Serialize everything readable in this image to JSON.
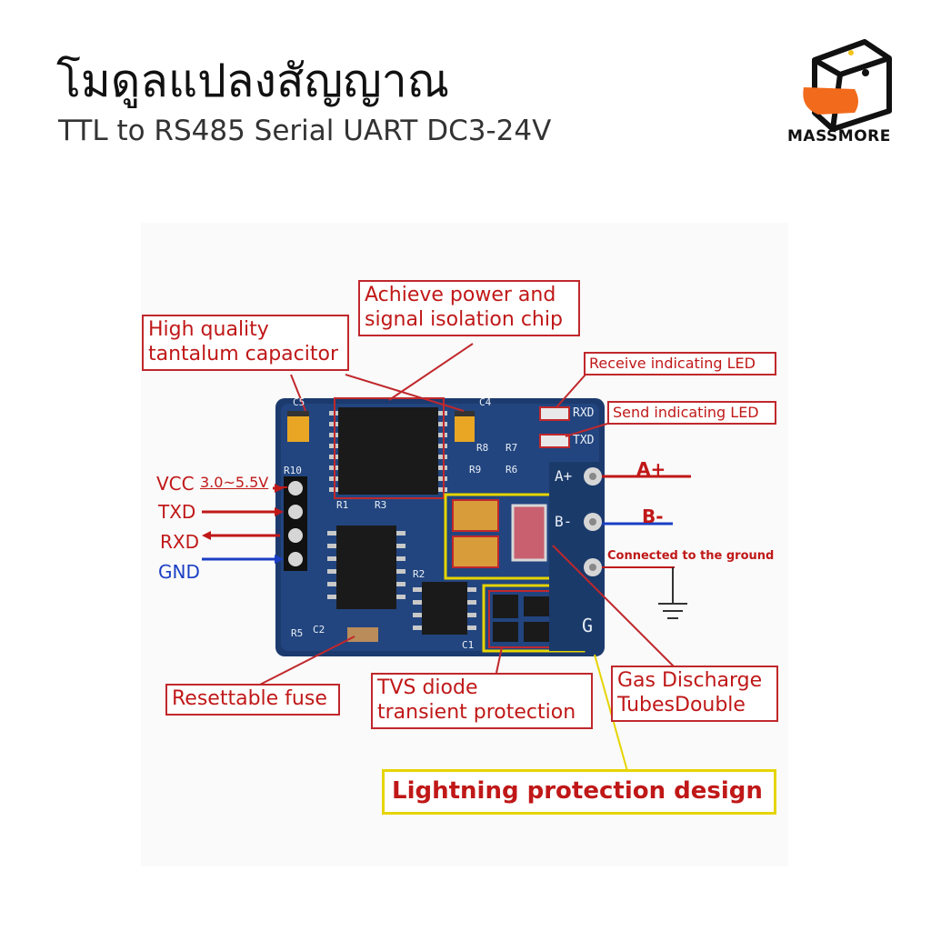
{
  "header": {
    "title": "โมดูลแปลงสัญญาณ",
    "subtitle": "TTL to RS485 Serial UART DC3-24V"
  },
  "brand": {
    "name": "MASSMORE",
    "accent": "#f26a1b"
  },
  "colors": {
    "label_border": "#c0282c",
    "label_text": "#c01818",
    "highlight": "#e6d400",
    "pcb": "#1c3a6e",
    "wire_red": "#c01818",
    "wire_blue": "#1a3fc4"
  },
  "labels": {
    "tantalum": [
      "High quality",
      "tantalum capacitor"
    ],
    "isolation": [
      "Achieve power and",
      "signal isolation chip"
    ],
    "receive_led": "Receive indicating LED",
    "send_led": "Send indicating LED",
    "fuse": "Resettable fuse",
    "tvs": [
      "TVS diode",
      "transient protection"
    ],
    "gas": [
      "Gas Discharge",
      "TubesDouble"
    ],
    "lightning": "Lightning protection design",
    "ground_note": "Connected to the ground"
  },
  "pins_left": {
    "vcc": "VCC",
    "vcc_range": "3.0~5.5V",
    "txd": "TXD",
    "rxd": "RXD",
    "gnd": "GND"
  },
  "pins_right": {
    "a": "A+",
    "b": "B-"
  },
  "silkscreen": {
    "rxd": "RXD",
    "txd": "TXD",
    "a": "A+",
    "b": "B-",
    "g": "G",
    "c5": "C5",
    "c4": "C4",
    "r10": "R10",
    "r1": "R1",
    "r3": "R3",
    "r2": "R2",
    "r5": "R5",
    "c2": "C2",
    "c1": "C1",
    "r8": "R8",
    "r7": "R7",
    "r9": "R9",
    "r6": "R6"
  }
}
